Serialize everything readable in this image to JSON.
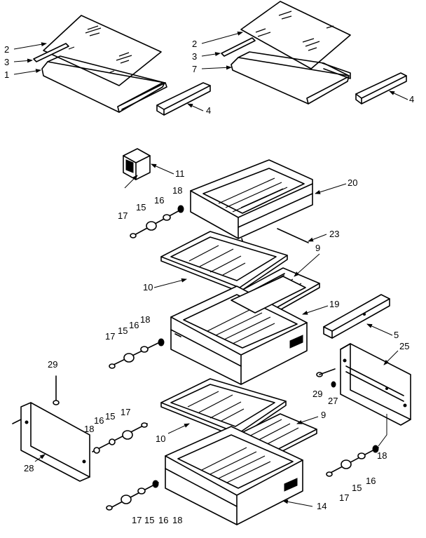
{
  "labels": {
    "p1": "1",
    "p2": "2",
    "p3": "3",
    "p4": "4",
    "p5": "5",
    "p7": "7",
    "p9": "9",
    "p10": "10",
    "p11": "11",
    "p14": "14",
    "p15": "15",
    "p16": "16",
    "p17": "17",
    "p18": "18",
    "p19": "19",
    "p20": "20",
    "p23": "23",
    "p25": "25",
    "p27": "27",
    "p28": "28",
    "p29": "29"
  }
}
